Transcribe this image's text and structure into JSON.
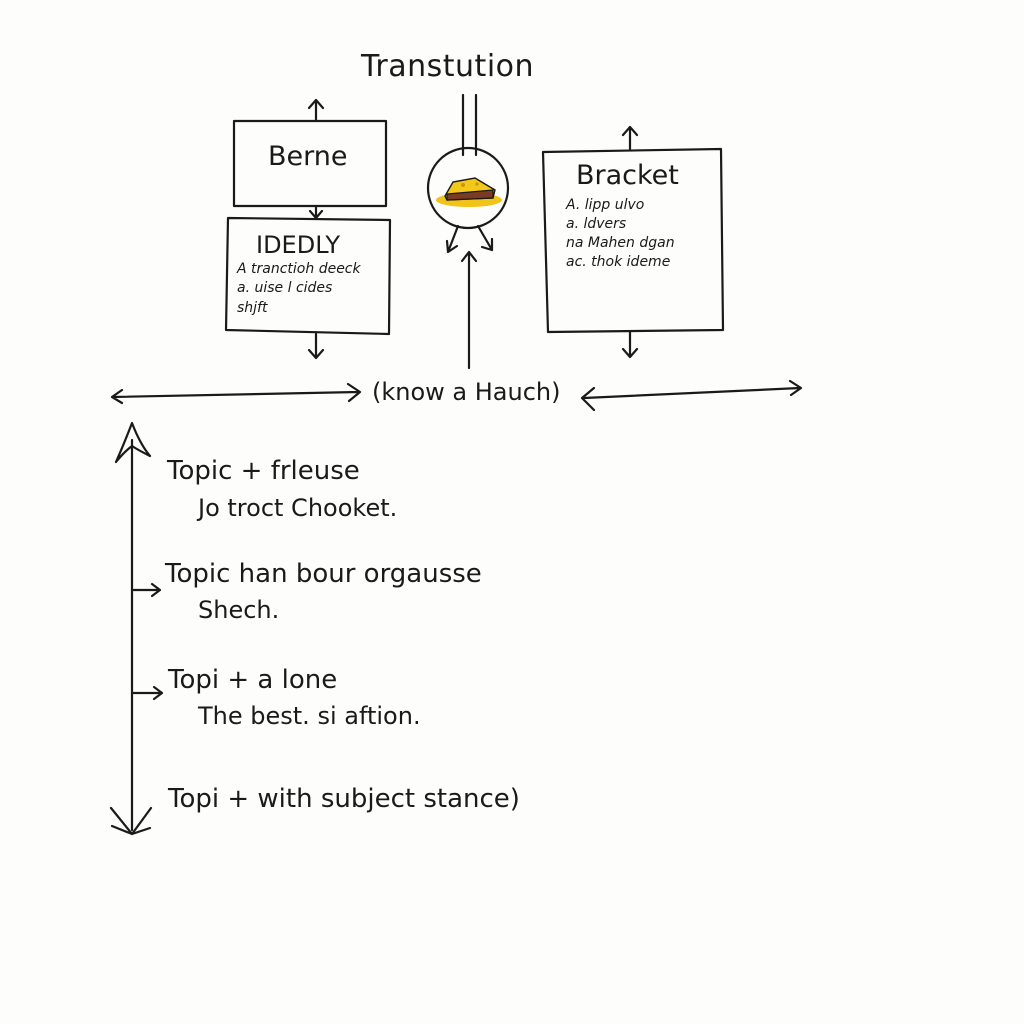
{
  "diagram": {
    "title": "Transtution",
    "box_berne": {
      "label": "Berne"
    },
    "box_idedly": {
      "heading": "IDEDLY",
      "lines": [
        "A    tranctioh    deeck",
        "a.   uise    l   cides",
        "shjft"
      ]
    },
    "box_bracket": {
      "heading": "Bracket",
      "lines": [
        "A.    lipp    ulvo",
        "a.   ldvers",
        "na    Mahen    dgan",
        "ac.   thok    ideme"
      ]
    },
    "center_label": "(know a Hauch)",
    "center_icon": "cheese-wedge-icon",
    "topics": [
      {
        "title": "Topic + frleuse",
        "detail": "Jo troct Chooket."
      },
      {
        "title": "Topic han bour orgausse",
        "detail": "Shech."
      },
      {
        "title": "Topi + a lone",
        "detail": "The best. si aftion."
      },
      {
        "title": "Topi + with subject stance)",
        "detail": ""
      }
    ],
    "colors": {
      "ink": "#1a1a1a",
      "paper": "#fdfdfb",
      "cheese": "#f2c318",
      "crust": "#7a3b22"
    }
  }
}
